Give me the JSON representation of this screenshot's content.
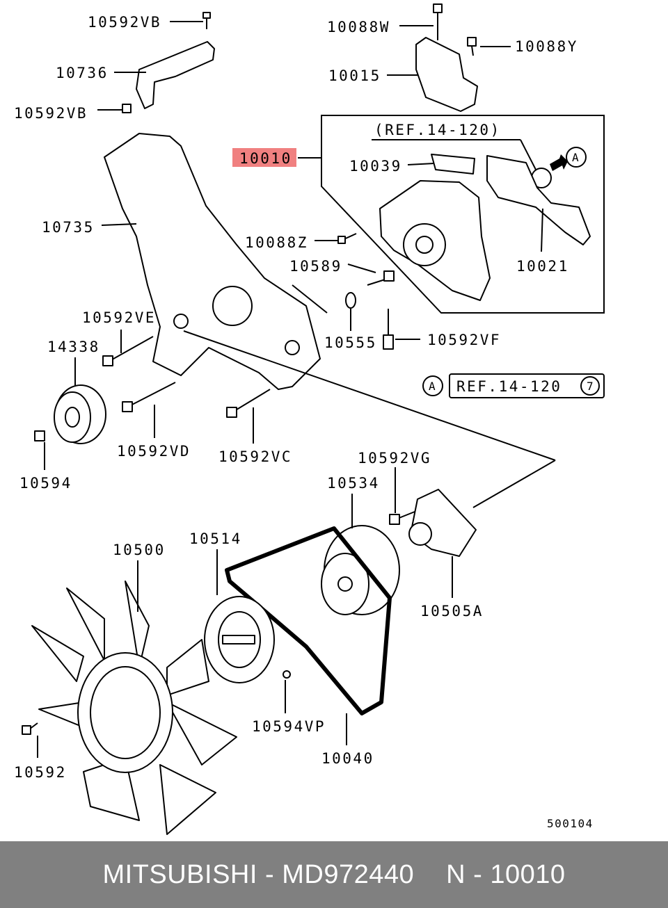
{
  "labels": {
    "p10592vb_top": "10592VB",
    "p10736": "10736",
    "p10592vb_left": "10592VB",
    "p10088w": "10088W",
    "p10088y": "10088Y",
    "p10015": "10015",
    "p10010": "10010",
    "ref_box": "(REF.14-120)",
    "p10039": "10039",
    "circle_a": "A",
    "p10021": "10021",
    "p10735": "10735",
    "p10088z": "10088Z",
    "p10589": "10589",
    "p10555": "10555",
    "p10592vf": "10592VF",
    "p10592ve": "10592VE",
    "p14338": "14338",
    "ref_note_a": "A",
    "ref_note": "REF.14-120",
    "ref_note_num": "7",
    "p10592vd": "10592VD",
    "p10592vc": "10592VC",
    "p10594": "10594",
    "p10592vg": "10592VG",
    "p10534": "10534",
    "p10505a": "10505A",
    "p10514": "10514",
    "p10500": "10500",
    "p10594vp": "10594VP",
    "p10040": "10040",
    "p10592": "10592",
    "drawing_no": "500104"
  },
  "highlight_color": "#f08080",
  "footer": {
    "brand": "MITSUBISHI",
    "sep1": "-",
    "part_number": "MD972440",
    "ref": "N - 10010"
  }
}
